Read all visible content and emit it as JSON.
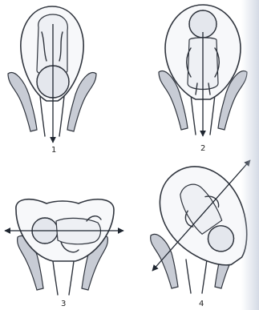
{
  "panels": [
    {
      "label": "1",
      "presentation": "longitudinal-cephalic"
    },
    {
      "label": "2",
      "presentation": "longitudinal-breech"
    },
    {
      "label": "3",
      "presentation": "transverse"
    },
    {
      "label": "4",
      "presentation": "oblique"
    }
  ],
  "colors": {
    "ink": "#2f343d",
    "bone": "#c8ccd5",
    "background": "#ffffff"
  }
}
